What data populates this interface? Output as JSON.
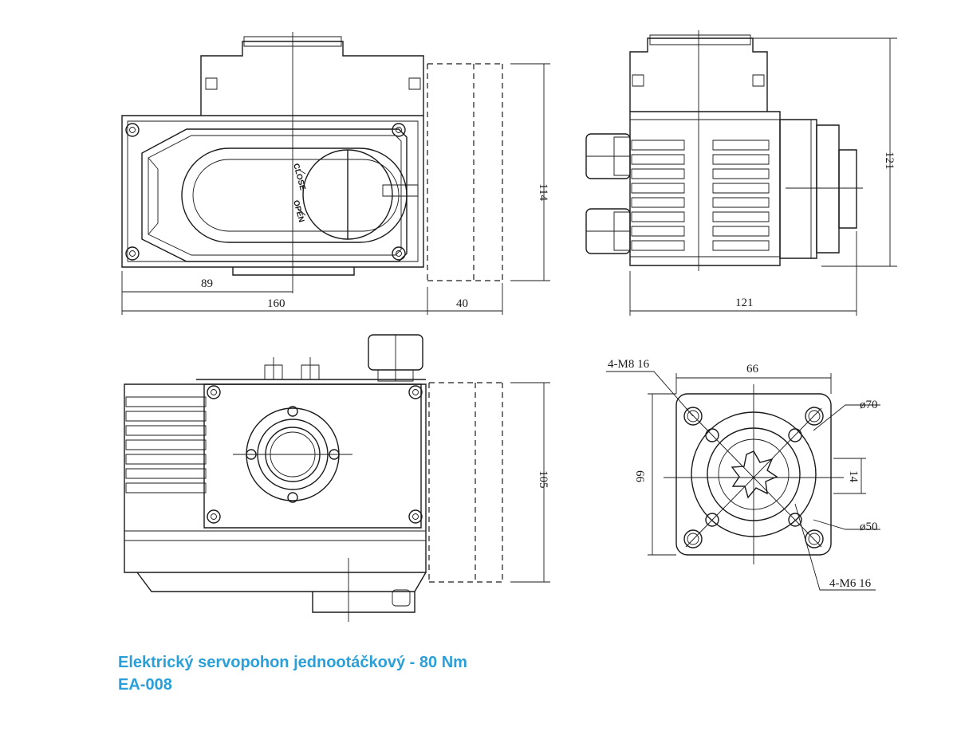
{
  "caption": {
    "title": "Elektrický servopohon jednootáčkový - 80 Nm",
    "model": "EA-008"
  },
  "dimensions": {
    "front_width_partial": "89",
    "front_width": "160",
    "front_extension": "40",
    "front_height": "114",
    "side_height": "121",
    "side_width": "121",
    "bottom_height": "105",
    "flange_width": "66",
    "flange_height": "66",
    "flange_bolt_large": "4-M8 16",
    "flange_bolt_small": "4-M6 16",
    "circle_large": "ø70",
    "circle_small": "ø50",
    "shaft_square": "14"
  },
  "labels": {
    "close": "CLOSE",
    "open": "OPEN"
  }
}
